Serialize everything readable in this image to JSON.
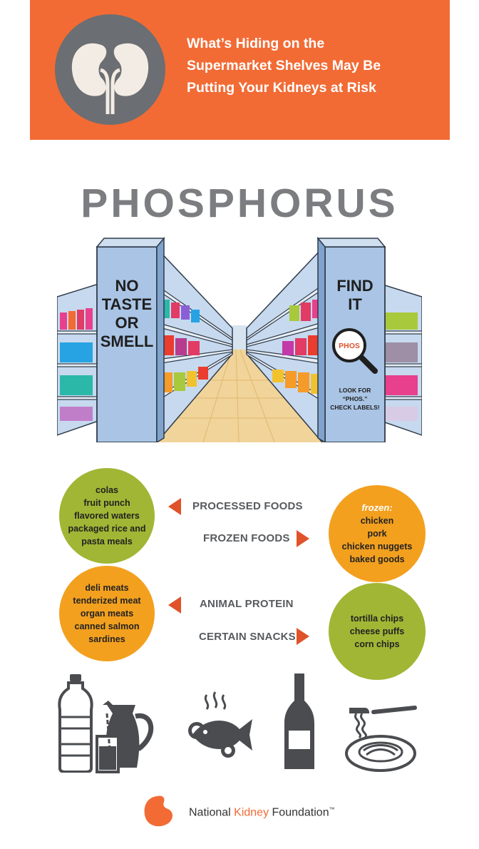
{
  "header": {
    "headline_lines": [
      "What’s Hiding on the",
      "Supermarket Shelves May Be",
      "Putting Your Kidneys at Risk"
    ]
  },
  "title": "PHOSPHORUS",
  "aisle": {
    "left_sign": [
      "NO",
      "TASTE",
      "OR",
      "SMELL"
    ],
    "right_sign": [
      "FIND",
      "IT"
    ],
    "magnifier_text": "PHOS",
    "right_sign_note": [
      "LOOK FOR",
      "“PHOS.”",
      "CHECK LABELS!"
    ]
  },
  "categories": [
    {
      "label": "PROCESSED FOODS",
      "arrow": "left",
      "color": "#a1b634",
      "items": [
        "colas",
        "fruit punch",
        "flavored waters",
        "packaged rice and",
        "pasta meals"
      ]
    },
    {
      "label": "FROZEN FOODS",
      "arrow": "right",
      "color": "#f3a01f",
      "subheading": "frozen:",
      "items": [
        "chicken",
        "pork",
        "chicken nuggets",
        "baked goods"
      ]
    },
    {
      "label": "ANIMAL PROTEIN",
      "arrow": "left",
      "color": "#f3a01f",
      "items": [
        "deli meats",
        "tenderized meat",
        "organ meats",
        "canned salmon",
        "sardines"
      ]
    },
    {
      "label": "CERTAIN SNACKS",
      "arrow": "right",
      "color": "#a1b634",
      "items": [
        "tortilla chips",
        "cheese puffs",
        "corn chips"
      ]
    }
  ],
  "icons": [
    "water-bottle-icon",
    "pitcher-and-glass-icon",
    "fish-icon",
    "soda-bottle-icon",
    "pasta-bowl-icon"
  ],
  "footer": {
    "org_part1": "National ",
    "org_accent": "Kidney",
    "org_part2": " Foundation",
    "trademark": "™"
  },
  "colors": {
    "header_bg": "#f26b35",
    "title": "#7b7d80",
    "green": "#a1b634",
    "orange": "#f3a01f",
    "arrow": "#e0522a",
    "icon": "#4a4c50"
  }
}
